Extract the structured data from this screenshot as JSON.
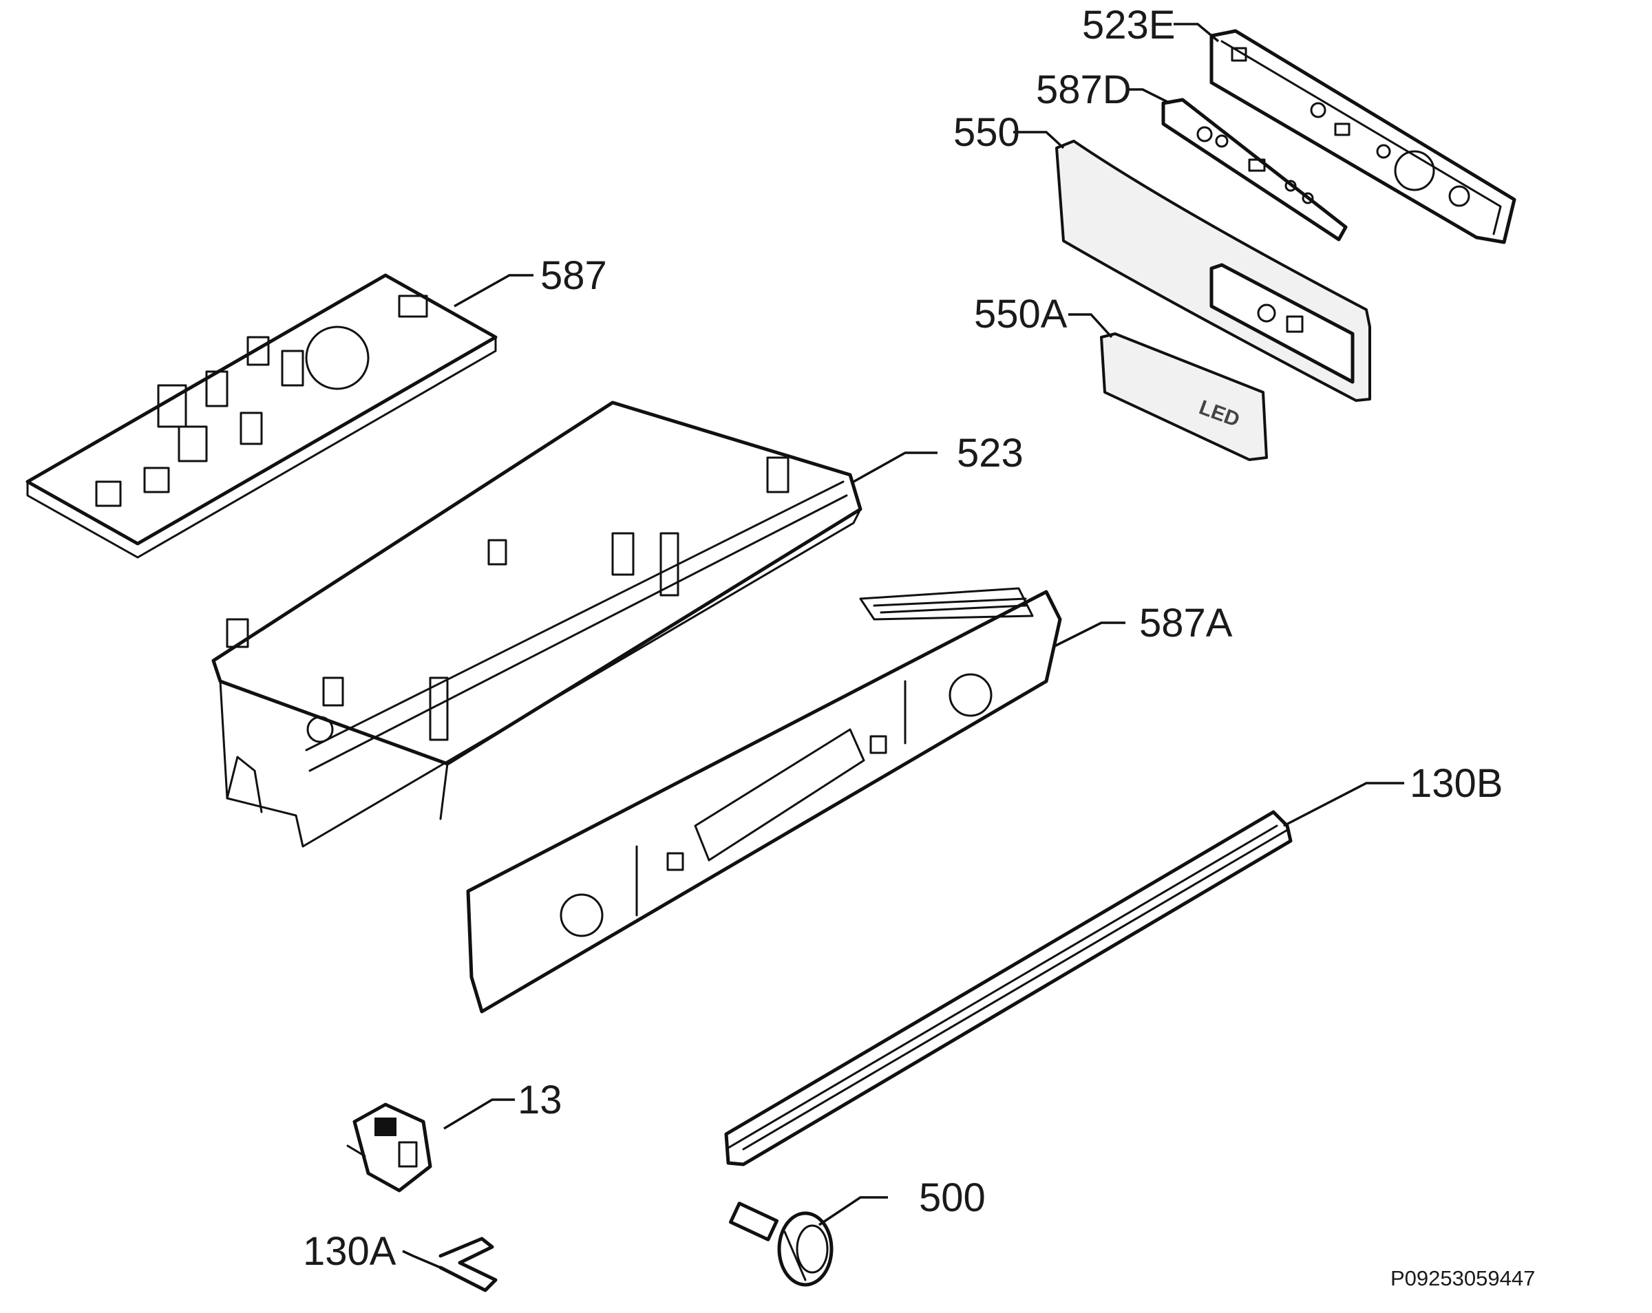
{
  "parts": {
    "p523E": "523E",
    "p587D": "587D",
    "p550": "550",
    "p550A": "550A",
    "p587": "587",
    "p523": "523",
    "p587A": "587A",
    "p130B": "130B",
    "p13": "13",
    "p500": "500",
    "p130A": "130A"
  },
  "led_label": "LED",
  "document_id": "P09253059447"
}
